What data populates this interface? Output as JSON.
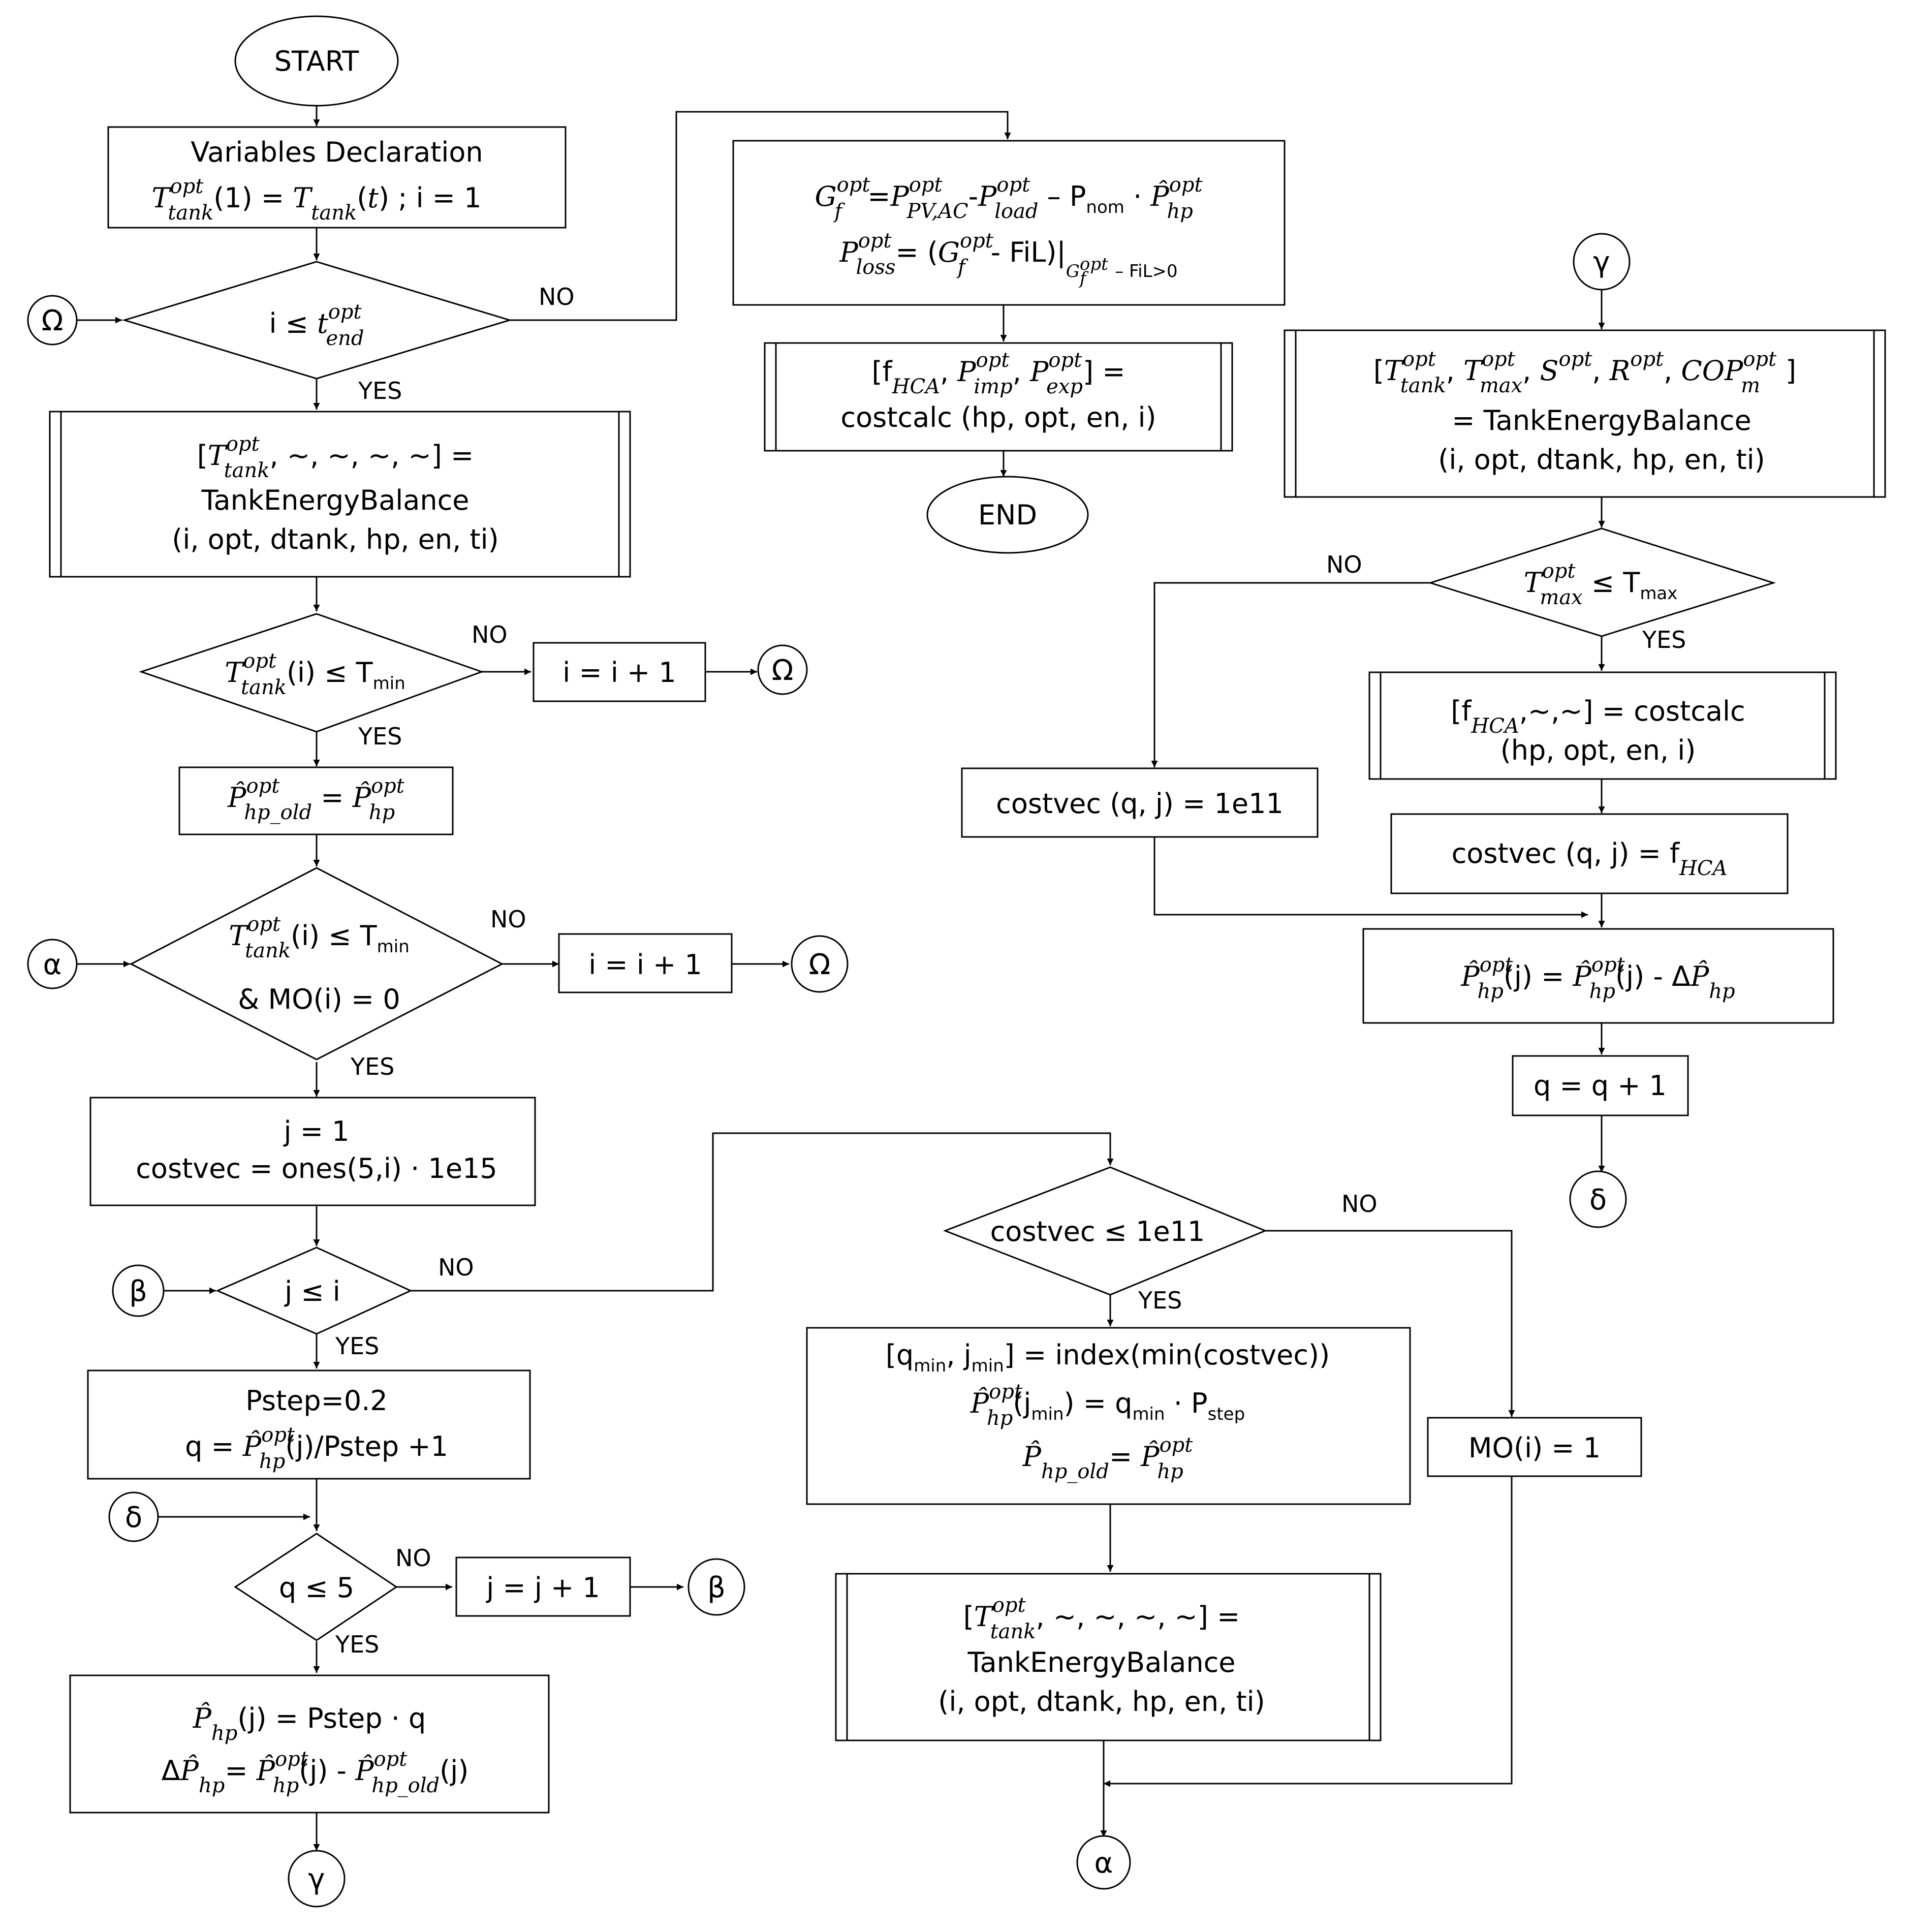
{
  "start": "START",
  "end": "END",
  "labels": {
    "yes": "YES",
    "no": "NO"
  },
  "connectors": {
    "omega": "Ω",
    "alpha": "α",
    "beta": "β",
    "gamma": "γ",
    "delta": "δ"
  },
  "left_column": {
    "declaration_title": "Variables Declaration",
    "declaration_formula": "T_tank^opt(1) = T_tank(t) ; i = 1",
    "cond_time_end": "i ≤ t_end^opt",
    "tank_balance": [
      "[T_tank^opt, ~, ~, ~, ~] =",
      "TankEnergyBalance",
      "(i, opt, dtank, hp, en, ti)"
    ],
    "cond_tmin_1": "T_tank^opt(i) ≤ T_min",
    "increment_1": "i = i + 1",
    "assign_old": "P̂_hp_old^opt = P̂_hp^opt",
    "cond_tmin_2_line1": "T_tank^opt(i) ≤ T_min",
    "cond_tmin_2_line2": "& MO(i) = 0",
    "increment_2": "i = i + 1",
    "init_line1": "j = 1",
    "init_line2": "costvec = ones(5,i) · 1e15",
    "cond_j": "j ≤ i",
    "pstep_line1": "Pstep=0.2",
    "pstep_line2": "q = P̂_hp^opt(j)/Pstep +1",
    "cond_q": "q ≤ 5",
    "increment_j": "j = j + 1",
    "phat_line1": "P̂_hp(j) = Pstep · q",
    "phat_line2": "ΔP̂_hp = P̂_hp^opt(j) - P̂_hp_old^opt(j)"
  },
  "top_middle": {
    "grid_formula": "G_f^opt = P_PV,AC^opt - P_load^opt – P_nom · P̂_hp^opt",
    "loss_formula": "P_loss^opt = (G_f^opt - FiL)| G_f^opt – FiL>0",
    "costcalc_line1": "[f_HCA, P_imp^opt, P_exp^opt] =",
    "costcalc_line2": "costcalc (hp, opt, en, i)"
  },
  "right_column": {
    "tank_balance_full": [
      "[T_tank^opt, T_max^opt, S^opt, R^opt, COP_m^opt]",
      "= TankEnergyBalance",
      "(i, opt, dtank, hp, en, ti)"
    ],
    "cond_tmax": "T_max^opt ≤ T_max",
    "costcalc_line1": "[f_HCA,~,~] = costcalc",
    "costcalc_line2": "(hp, opt, en, i)",
    "costvec_penalty": "costvec (q, j) = 1e11",
    "costvec_assign": "costvec (q, j) = f_HCA",
    "phat_update": "P̂_hp^opt(j) = P̂_hp^opt(j) - ΔP̂_hp",
    "increment_q": "q = q + 1"
  },
  "bottom_middle": {
    "cond_costvec": "costvec ≤ 1e11",
    "index_line1": "[q_min, j_min] = index(min(costvec))",
    "index_line2": "P̂_hp^opt(j_min) = q_min · P_step",
    "index_line3": "P̂_hp_old = P̂_hp^opt",
    "mo_assign": "MO(i) = 1",
    "tank_balance": [
      "[T_tank^opt, ~, ~, ~, ~] =",
      "TankEnergyBalance",
      "(i, opt, dtank, hp, en, ti)"
    ]
  }
}
